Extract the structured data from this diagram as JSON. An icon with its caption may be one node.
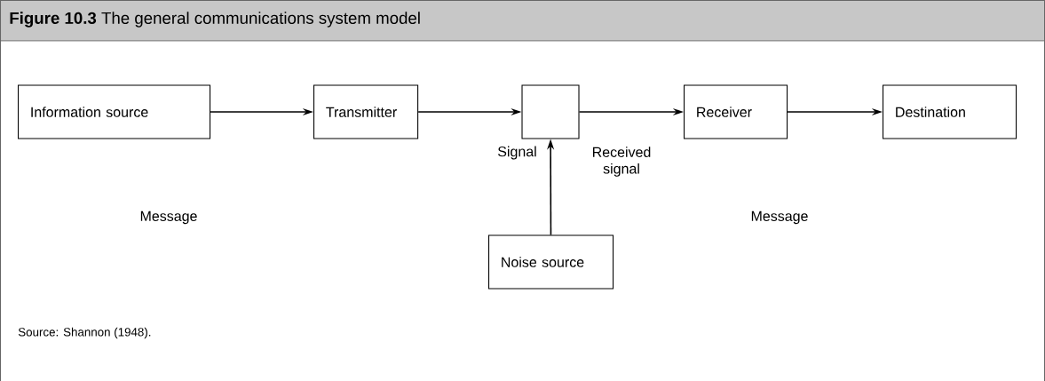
{
  "diagram": {
    "title": "**Figure 10.3** The general communications system model",
    "nodes": [
      {
        "text": [
          "Information source"
        ]
      },
      {
        "text": [
          "Transmitter"
        ]
      },
      {
        "text": [],
        "shape": "box"
      },
      {
        "text": [
          "Receiver"
        ]
      },
      {
        "text": [
          "Destination"
        ]
      },
      {
        "text": [
          "Noise source"
        ]
      }
    ],
    "edges": [
      {
        "from": 0,
        "to": 1,
        "arrow": "to"
      },
      {
        "from": 1,
        "to": 2,
        "arrow": "to"
      },
      {
        "from": 2,
        "to": 3,
        "arrow": "to"
      },
      {
        "from": 3,
        "to": 4,
        "arrow": "to"
      },
      {
        "from": 5,
        "to": 2,
        "arrow": "to"
      }
    ],
    "labels": [
      "Signal",
      "Received signal",
      "Message",
      "Message"
    ],
    "caption": "Source: Shannon (1948)."
  }
}
